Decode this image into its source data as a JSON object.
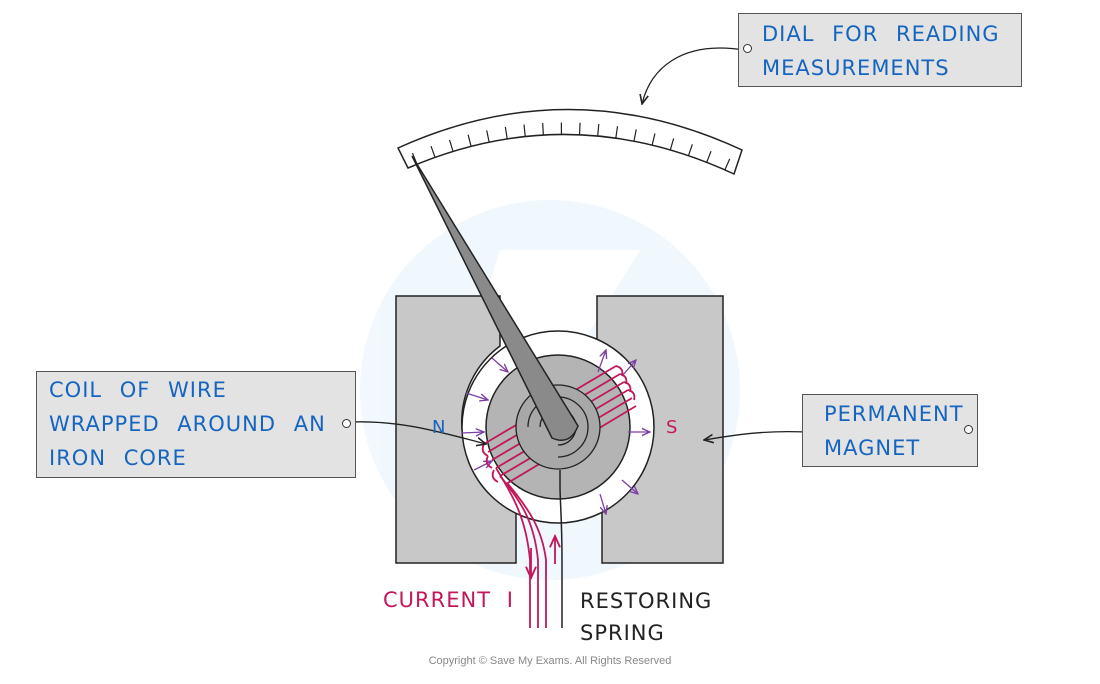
{
  "labels": {
    "dial": [
      "DIAL FOR READING",
      "MEASUREMENTS"
    ],
    "coil": [
      "COIL OF WIRE",
      "WRAPPED AROUND AN",
      "IRON CORE"
    ],
    "magnet": [
      "PERMANENT",
      "MAGNET"
    ],
    "north_pole": "N",
    "south_pole": "S",
    "current": "CURRENT I",
    "spring": [
      "RESTORING",
      "SPRING"
    ]
  },
  "copyright": "Copyright © Save My Exams. All Rights Reserved",
  "colors": {
    "magnet": "#c8c8c8",
    "core": "#b4b4b4",
    "needle": "#8a8a8a",
    "coil_wire": "#c2185b",
    "field_lines": "#7b3fa6",
    "label_text": "#1565c0",
    "tag_fill": "#e3e3e3"
  }
}
